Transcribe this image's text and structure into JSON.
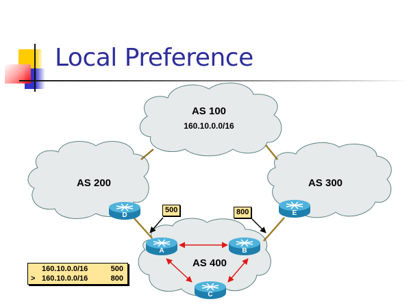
{
  "slide": {
    "title": "Local Preference"
  },
  "clouds": [
    {
      "id": "as100",
      "label": "AS 100",
      "sublabel": "160.10.0.0/16"
    },
    {
      "id": "as200",
      "label": "AS 200"
    },
    {
      "id": "as300",
      "label": "AS 300"
    },
    {
      "id": "as400",
      "label": "AS 400"
    }
  ],
  "routers": [
    {
      "id": "A",
      "label": "A"
    },
    {
      "id": "B",
      "label": "B"
    },
    {
      "id": "C",
      "label": "C"
    },
    {
      "id": "D",
      "label": "D"
    },
    {
      "id": "E",
      "label": "E"
    }
  ],
  "annotations": {
    "a_local_pref": "500",
    "b_local_pref": "800"
  },
  "bgp_table": {
    "rows": [
      {
        "mark": "",
        "prefix": "160.10.0.0/16",
        "local_pref": "500"
      },
      {
        "mark": ">",
        "prefix": "160.10.0.0/16",
        "local_pref": "800"
      }
    ]
  },
  "colors": {
    "title": "#2e2e9a",
    "cloud_fill": "#e6eaea",
    "cloud_stroke": "#5e8080",
    "ebgp_link": "#f0b400",
    "ibgp_link": "#e01818",
    "label_box": "#ffe699",
    "router_top": "#4fb3dc",
    "router_side": "#1e7fad"
  }
}
